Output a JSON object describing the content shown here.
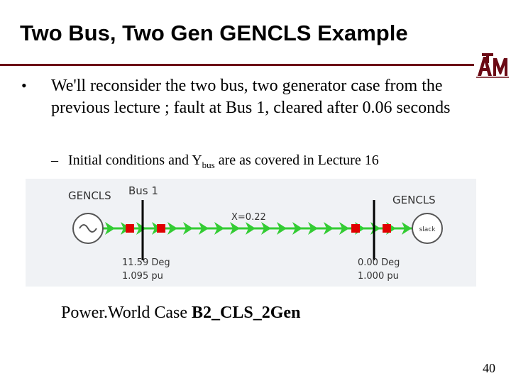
{
  "slide": {
    "title": "Two Bus, Two Gen GENCLS Example",
    "bullet_symbol": "•",
    "bullet_text": "We'll reconsider the two bus, two generator case from the previous lecture ; fault at Bus 1, cleared after 0.06 seconds",
    "sub_dash": "–",
    "sub_text_before": "Initial conditions and Y",
    "sub_text_subscript": "bus",
    "sub_text_after": " are as covered in Lecture 16",
    "caption_prefix": "Power.World Case ",
    "caption_case": "B2_CLS_2Gen",
    "page_number": "40"
  },
  "logo": {
    "letters": "ATM",
    "color": "#6b0a15"
  },
  "diagram": {
    "left_gen_label": "GENCLS",
    "right_gen_label": "GENCLS",
    "bus1_label": "Bus 1",
    "line_label": "X=0.22",
    "bus1_angle": "11.59 Deg",
    "bus1_voltage": "1.095 pu",
    "bus2_angle": "0.00 Deg",
    "bus2_voltage": "1.000 pu",
    "slack_label": "slack",
    "colors": {
      "line": "#33cc33",
      "breaker": "#e00000",
      "bus": "#000000",
      "text": "#333333"
    }
  }
}
